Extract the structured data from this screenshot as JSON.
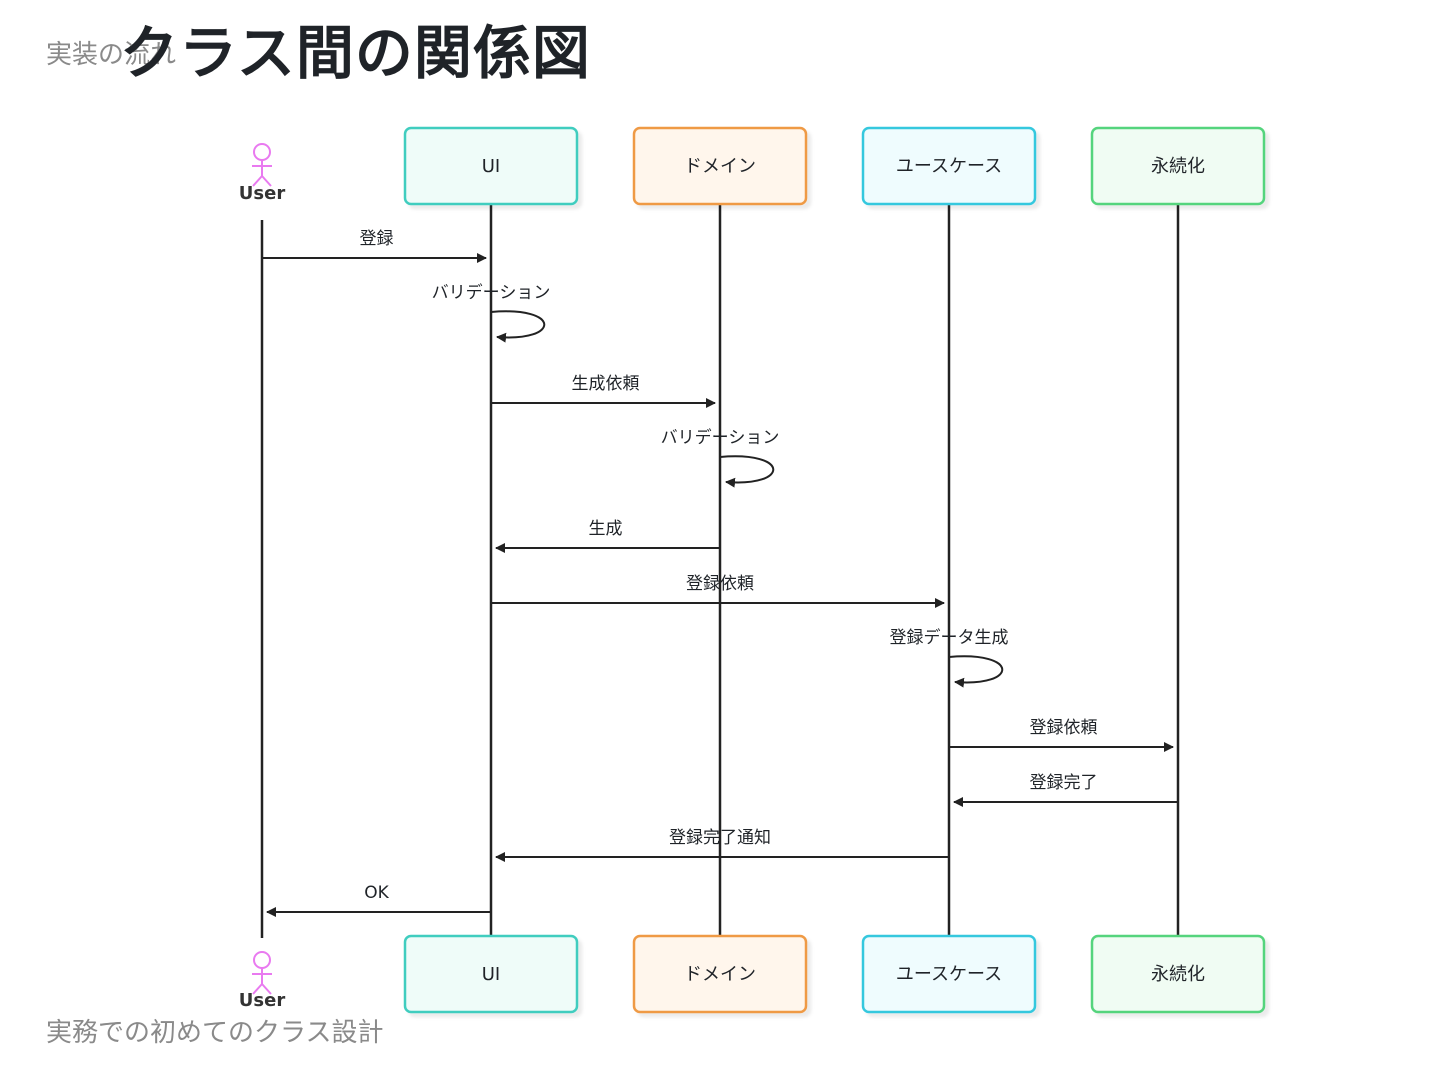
{
  "header": {
    "section_label": "実装の流れ",
    "title": "クラス間の関係図"
  },
  "footer": {
    "label": "実務での初めてのクラス設計"
  },
  "diagram": {
    "user_label": "User",
    "participants": [
      {
        "label": "UI",
        "fill": "#effcf9",
        "stroke": "#3fcdbf"
      },
      {
        "label": "ドメイン",
        "fill": "#fff6ec",
        "stroke": "#ef9a45"
      },
      {
        "label": "ユースケース",
        "fill": "#effcfe",
        "stroke": "#36c8de"
      },
      {
        "label": "永続化",
        "fill": "#f0fcf3",
        "stroke": "#55d47d"
      }
    ],
    "user_color": "#e97af0",
    "messages": [
      {
        "from": "User",
        "to": "UI",
        "label": "登録"
      },
      {
        "from": "UI",
        "to": "UI",
        "label": "バリデーション"
      },
      {
        "from": "UI",
        "to": "ドメイン",
        "label": "生成依頼"
      },
      {
        "from": "ドメイン",
        "to": "ドメイン",
        "label": "バリデーション"
      },
      {
        "from": "ドメイン",
        "to": "UI",
        "label": "生成"
      },
      {
        "from": "UI",
        "to": "ユースケース",
        "label": "登録依頼"
      },
      {
        "from": "ユースケース",
        "to": "ユースケース",
        "label": "登録データ生成"
      },
      {
        "from": "ユースケース",
        "to": "永続化",
        "label": "登録依頼"
      },
      {
        "from": "永続化",
        "to": "ユースケース",
        "label": "登録完了"
      },
      {
        "from": "ユースケース",
        "to": "UI",
        "label": "登録完了通知"
      },
      {
        "from": "UI",
        "to": "User",
        "label": "OK"
      }
    ]
  }
}
